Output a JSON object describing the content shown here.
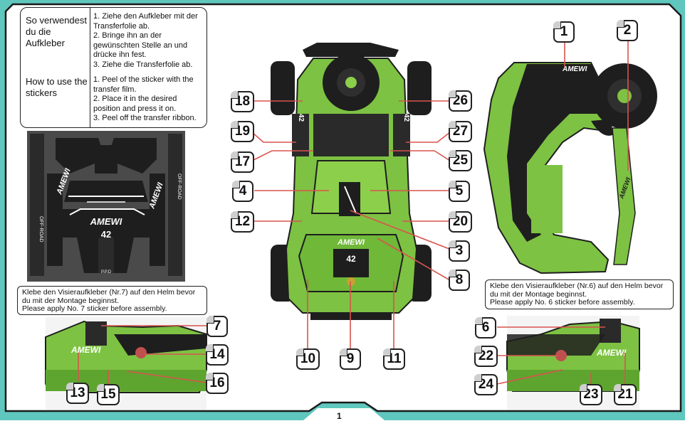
{
  "instructions": {
    "de_question": "So verwendest du die Aufkleber",
    "de_steps": [
      "1. Ziehe den Aufkleber mit der Transferfolie ab.",
      "2. Bringe ihn an der gewünschten Stelle an und drücke ihn fest.",
      "3. Ziehe die  Transferfolie ab."
    ],
    "en_question": "How to use the stickers",
    "en_steps": [
      "1. Peel of the sticker with the transfer film.",
      "2. Place it in the desired position and press it on.",
      "3. Peel off the transfer ribbon."
    ]
  },
  "notes": {
    "left_de": "Klebe den Visieraufkleber (Nr.7) auf den Helm bevor du mit der Montage beginnst.",
    "left_en": "Please apply No. 7 sticker before assembly.",
    "right_de": "Klebe den Visieraufkleber (Nr.6) auf den Helm bevor du mit der Montage beginnst.",
    "right_en": "Please apply No. 6 sticker before assembly."
  },
  "sticker_sheet": {
    "brand": "AMEWI",
    "number": "42",
    "off_road": "OFF-ROAD",
    "ppd": "P.P.D"
  },
  "car_labels": {
    "brand": "AMEWI",
    "number": "42"
  },
  "callouts": {
    "c1": "1",
    "c2": "2",
    "c3": "3",
    "c4": "4",
    "c5": "5",
    "c6": "6",
    "c7": "7",
    "c8": "8",
    "c9": "9",
    "c10": "10",
    "c11": "11",
    "c12": "12",
    "c13": "13",
    "c14": "14",
    "c15": "15",
    "c16": "16",
    "c17": "17",
    "c18": "18",
    "c19": "19",
    "c20": "20",
    "c21": "21",
    "c22": "22",
    "c23": "23",
    "c24": "24",
    "c25": "25",
    "c26": "26",
    "c27": "27"
  },
  "page_number": "1",
  "colors": {
    "frame": "#5fc7bd",
    "car_green": "#7dc242",
    "dark": "#1e1e1e",
    "sheet": "#4a4a4a",
    "leader": "#d9534f"
  }
}
